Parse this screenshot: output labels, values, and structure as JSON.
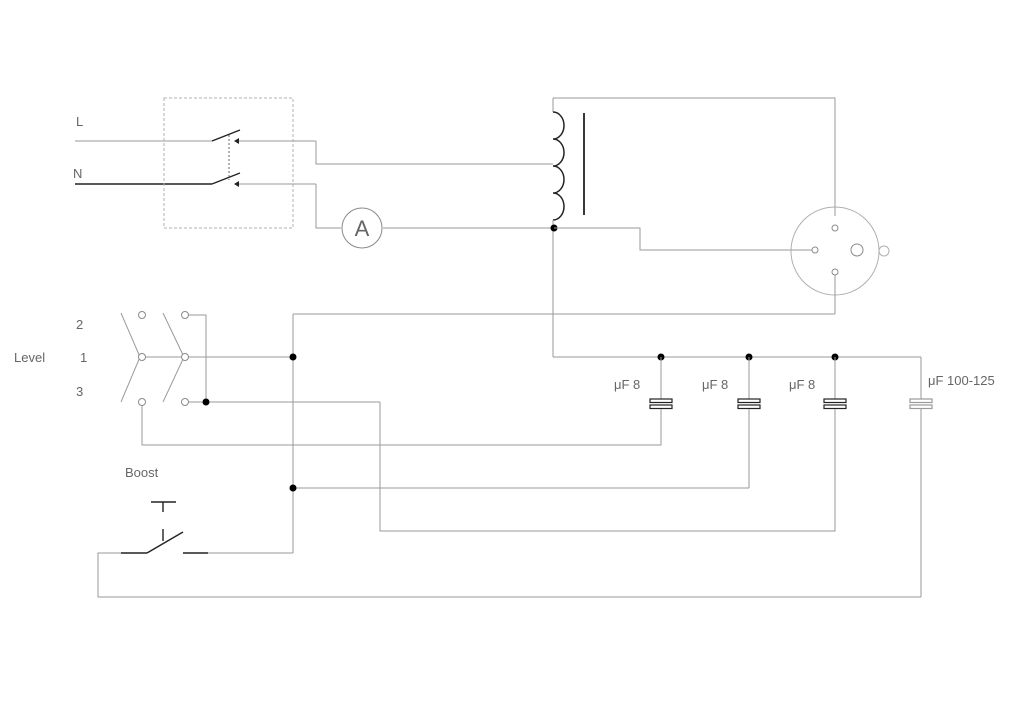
{
  "labels": {
    "line": "L",
    "neutral": "N",
    "ammeter": "A",
    "level": "Level",
    "level_pos_2": "2",
    "level_pos_1": "1",
    "level_pos_3": "3",
    "boost": "Boost",
    "cap_1": "μF 8",
    "cap_2": "μF 8",
    "cap_3": "μF 8",
    "cap_4": "μF 100-125"
  }
}
